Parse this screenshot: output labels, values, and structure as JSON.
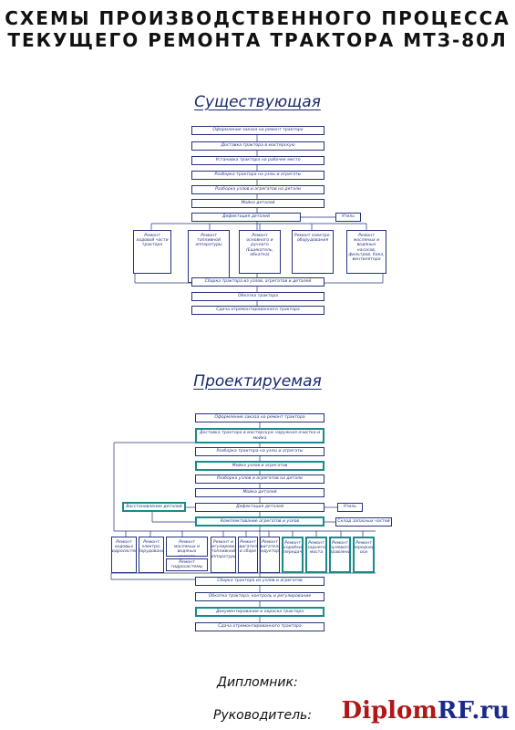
{
  "title": {
    "line1": "СХЕМЫ ПРОИЗВОДСТВЕННОГО ПРОЦЕССА",
    "line2": "ТЕКУЩЕГО РЕМОНТА ТРАКТОРА МТЗ-80Л"
  },
  "existing": {
    "heading": "Существующая",
    "chain_top": [
      "Оформление заказа на ремонт трактора",
      "Доставка трактора в мастерскую",
      "Установка трактора на рабочее место",
      "Разборка трактора на узлы и агрегаты",
      "Разборка узлов и агрегатов на детали",
      "Мойка деталей",
      "Дефектация деталей"
    ],
    "scrap": "Утиль",
    "repairs": [
      "Ремонт ходовой части трактора",
      "Ремонт топливной аппаратуры",
      "Ремонт основного и ручного (Ешикатель, обкатка)",
      "Ремонт электро- оборудования",
      "Ремонт масляных и водяных насосов, фильтров, бака, вентилятора"
    ],
    "chain_bottom": [
      "Сборка трактора из узлов, агрегатов и деталей",
      "Обкатка трактора",
      "Сдача отремонтированного трактора"
    ]
  },
  "proposed": {
    "heading": "Проектируемая",
    "chain_top": [
      "Оформление заказа на ремонт трактора",
      "Доставка трактора в мастерскую наружная очистка и мойка",
      "Разборка трактора на узлы и агрегаты",
      "Мойка узлов и агрегатов",
      "Разборка узлов и агрегатов на детали",
      "Мойка деталей",
      "Дефектация деталей"
    ],
    "restore": "Восстановление деталей",
    "scrap": "Утиль",
    "complect": "Комплектование агрегатов и узлов",
    "warehouse": "Склад запасных частей",
    "repairs": [
      "Ремонт ходовых гидросистем",
      "Ремонт электро-оборудования",
      "Ремонт масляных и водяных насосов, фильтров, вентилятора",
      "Ремонт и регулировка топливной аппаратуры",
      "Ремонт двигателя в сборе",
      "Ремонт двигателя, редуктора",
      "Ремонт коробки передач",
      "Ремонт заднего моста",
      "Ремонт рулевого управления",
      "Ремонт передней оси"
    ],
    "repair_sub": "Ремонт гидросистемы",
    "chain_bottom": [
      "Сборка трактора из узлов и агрегатов",
      "Обкатка трактора, контроль и регулирование",
      "Документирование и окраска трактора",
      "Сдача отремонтированного трактора"
    ]
  },
  "signatures": {
    "student": "Дипломник:",
    "supervisor": "Руководитель:"
  },
  "brand": {
    "part1": "Diplom",
    "part2": "RF.ru"
  }
}
